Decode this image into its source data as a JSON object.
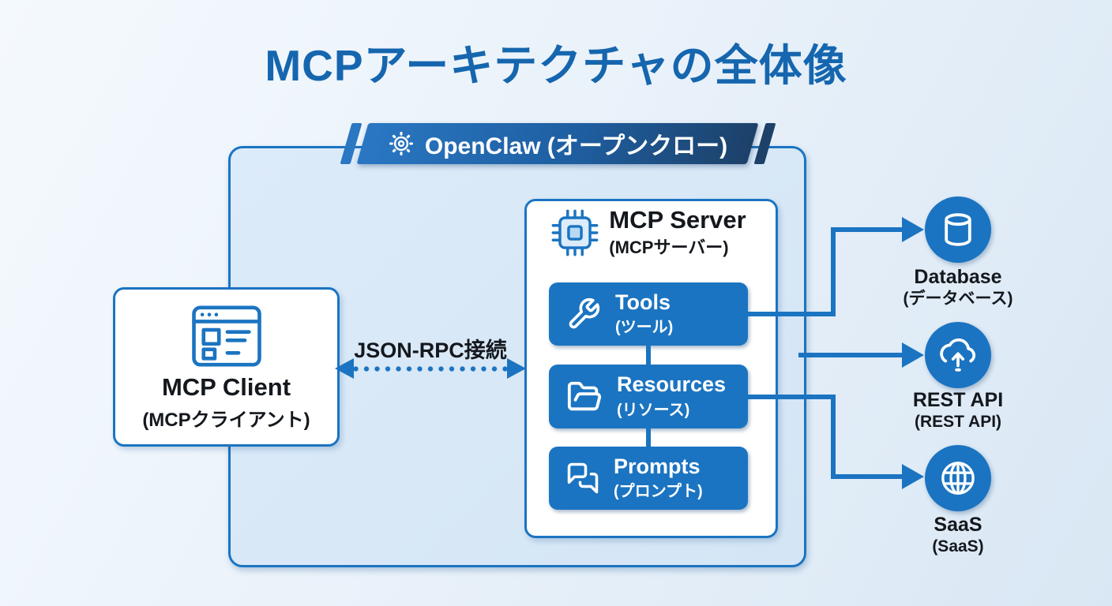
{
  "title": "MCPアーキテクチャの全体像",
  "banner": {
    "label": "OpenClaw (オープンクロー)",
    "icon": "gear-icon"
  },
  "client": {
    "name": "MCP Client",
    "name_ja": "(MCPクライアント)",
    "icon": "browser-window-icon"
  },
  "server": {
    "name": "MCP Server",
    "name_ja": "(MCPサーバー)",
    "icon": "chip-icon",
    "blocks": [
      {
        "label": "Tools",
        "label_ja": "(ツール)",
        "icon": "wrench-icon"
      },
      {
        "label": "Resources",
        "label_ja": "(リソース)",
        "icon": "folder-open-icon"
      },
      {
        "label": "Prompts",
        "label_ja": "(プロンプト)",
        "icon": "chat-bubbles-icon"
      }
    ]
  },
  "connection": {
    "label": "JSON-RPC接続",
    "style": "dotted-double-arrow"
  },
  "external": [
    {
      "label": "Database",
      "label_ja": "(データベース)",
      "icon": "database-icon"
    },
    {
      "label": "REST API",
      "label_ja": "(REST API)",
      "icon": "cloud-upload-icon"
    },
    {
      "label": "SaaS",
      "label_ja": "(SaaS)",
      "icon": "globe-icon"
    }
  ],
  "colors": {
    "primary": "#1b74c1",
    "banner_start": "#2a77c3",
    "banner_end": "#1d4169",
    "container_fill": "#d7e7f6",
    "title": "#1566ae",
    "text": "#14181d"
  }
}
